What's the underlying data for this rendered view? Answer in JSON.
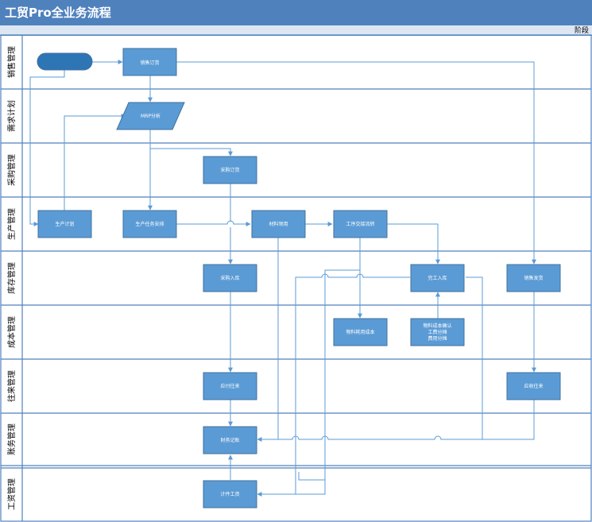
{
  "title": "工贸Pro全业务流程",
  "phase_label": "阶段",
  "lanes": [
    {
      "key": "sales",
      "label": "销售管理"
    },
    {
      "key": "demand",
      "label": "需求计划"
    },
    {
      "key": "purchase",
      "label": "采购管理"
    },
    {
      "key": "production",
      "label": "生产管理"
    },
    {
      "key": "inventory",
      "label": "库存管理"
    },
    {
      "key": "cost",
      "label": "成本管理"
    },
    {
      "key": "ar_ap",
      "label": "往来管理"
    },
    {
      "key": "finance",
      "label": "账务管理"
    },
    {
      "key": "wages",
      "label": "工资管理"
    }
  ],
  "nodes": {
    "start": "",
    "sales_order": "销售订货",
    "mrp": "MRP分析",
    "purchase_order": "采购订货",
    "production_plan": "生产计划",
    "production_task": "生产任务安排",
    "material_issue": "材料领用",
    "process_handover": "工序交接流转",
    "purchase_inbound": "采购入库",
    "finished_inbound": "完工入库",
    "sales_shipment": "销售发货",
    "material_cost": "物料耗用成本",
    "cost_confirm_1": "物料成本确认",
    "cost_confirm_2": "工费分摊",
    "cost_confirm_3": "费用分摊",
    "payable": "应付往来",
    "receivable": "应收往来",
    "accounting": "财务记账",
    "piece_wage": "计件工资"
  },
  "colors": {
    "header": "#4f81bd",
    "box_fill": "#5b9bd5",
    "box_border": "#41719c",
    "line": "#5b9bd5",
    "lane_border": "#4f81bd",
    "start_fill": "#2e75b6"
  }
}
